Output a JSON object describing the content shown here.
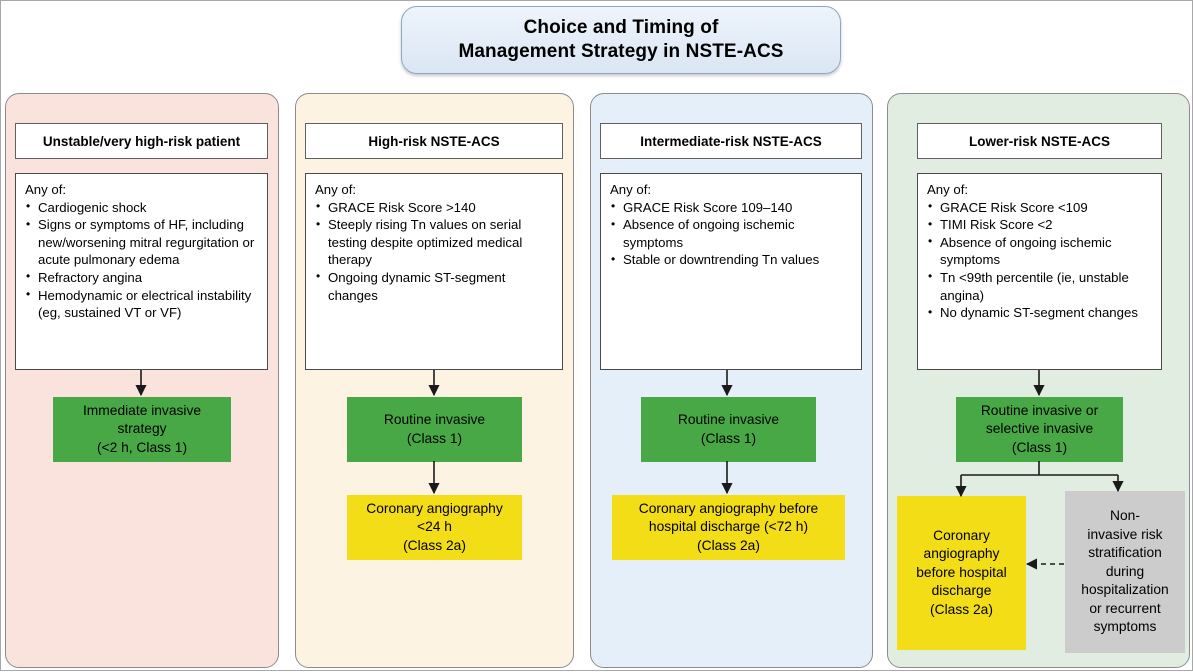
{
  "figure": {
    "title_lines": [
      "Choice and Timing of",
      "Management Strategy in NSTE-ACS"
    ]
  },
  "colors": {
    "panel_unstable": "#fae3dd",
    "panel_high": "#fdf3e3",
    "panel_intermediate": "#e4eff9",
    "panel_lower": "#e2ede2",
    "box_green": "#47a845",
    "box_yellow": "#f2dd16",
    "box_gray": "#cccccc",
    "banner": "#e3ecf7",
    "line": "#1a1a1a"
  },
  "columns": [
    {
      "id": "unstable",
      "header": "Unstable/very high-risk patient",
      "criteria_intro": "Any of:",
      "criteria": [
        "Cardiogenic shock",
        "Signs or symptoms of HF, including new/worsening mitral regurgitation or acute pulmonary edema",
        "Refractory angina",
        "Hemodynamic or electrical instability (eg, sustained VT or VF)"
      ],
      "outcomes": [
        {
          "id": "immediate-invasive",
          "type": "green",
          "lines": [
            "Immediate invasive",
            "strategy",
            "(<2 h, Class 1)"
          ]
        }
      ]
    },
    {
      "id": "high-risk",
      "header": "High-risk NSTE-ACS",
      "criteria_intro": "Any of:",
      "criteria": [
        "GRACE Risk Score >140",
        "Steeply rising Tn values on serial testing despite optimized medical therapy",
        "Ongoing dynamic ST-segment changes"
      ],
      "outcomes": [
        {
          "id": "routine-invasive",
          "type": "green",
          "lines": [
            "Routine invasive",
            "(Class 1)"
          ]
        },
        {
          "id": "coronary-angiography-24h",
          "type": "yellow",
          "lines": [
            "Coronary angiography",
            "<24 h",
            "(Class 2a)"
          ]
        }
      ]
    },
    {
      "id": "intermediate-risk",
      "header": "Intermediate-risk NSTE-ACS",
      "criteria_intro": "Any of:",
      "criteria": [
        "GRACE Risk Score 109–140",
        "Absence of ongoing ischemic symptoms",
        "Stable or downtrending Tn values"
      ],
      "outcomes": [
        {
          "id": "routine-invasive",
          "type": "green",
          "lines": [
            "Routine invasive",
            "(Class 1)"
          ]
        },
        {
          "id": "coronary-angiography-72h",
          "type": "yellow",
          "lines": [
            "Coronary angiography before",
            "hospital discharge (<72 h)",
            "(Class 2a)"
          ]
        }
      ]
    },
    {
      "id": "lower-risk",
      "header": "Lower-risk NSTE-ACS",
      "criteria_intro": "Any of:",
      "criteria": [
        "GRACE Risk Score <109",
        "TIMI Risk Score <2",
        "Absence of ongoing ischemic symptoms",
        "Tn <99th percentile (ie, unstable angina)",
        "No dynamic ST-segment changes"
      ],
      "outcomes": [
        {
          "id": "routine-or-selective-invasive",
          "type": "green",
          "lines": [
            "Routine invasive or",
            "selective invasive",
            "(Class 1)"
          ]
        },
        {
          "id": "coronary-angiography-discharge",
          "type": "yellow",
          "lines": [
            "Coronary",
            "angiography",
            "before hospital",
            "discharge",
            "(Class 2a)"
          ]
        },
        {
          "id": "noninvasive-risk-stratification",
          "type": "gray",
          "lines": [
            "Non-",
            "invasive risk",
            "stratification",
            "during",
            "hospitalization",
            "or recurrent",
            "symptoms"
          ]
        }
      ]
    }
  ]
}
